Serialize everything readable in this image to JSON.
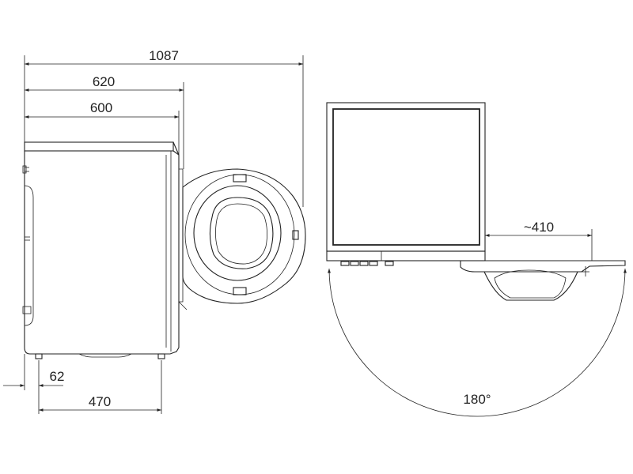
{
  "dimensions": {
    "total_depth_door_open": "1087",
    "depth_with_top": "620",
    "depth_body": "600",
    "foot_offset": "62",
    "foot_spacing": "470",
    "door_clearance": "~410",
    "door_opening_angle": "180°"
  },
  "colors": {
    "line": "#222222",
    "background": "#ffffff"
  }
}
